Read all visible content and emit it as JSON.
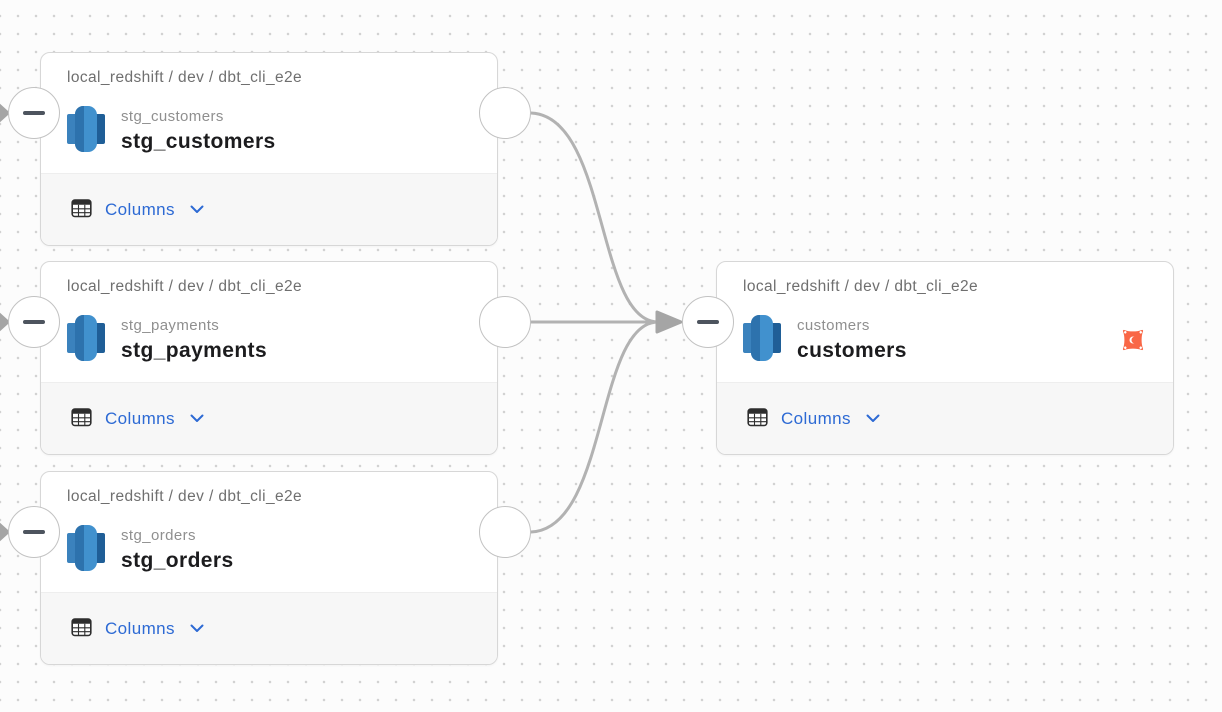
{
  "view": {
    "name": "lineage-graph-canvas"
  },
  "nodes": [
    {
      "breadcrumb": "local_redshift / dev / dbt_cli_e2e",
      "subtitle": "stg_customers",
      "title": "stg_customers",
      "columns_label": "Columns",
      "source_icon": "redshift-icon"
    },
    {
      "breadcrumb": "local_redshift / dev / dbt_cli_e2e",
      "subtitle": "stg_payments",
      "title": "stg_payments",
      "columns_label": "Columns",
      "source_icon": "redshift-icon"
    },
    {
      "breadcrumb": "local_redshift / dev / dbt_cli_e2e",
      "subtitle": "stg_orders",
      "title": "stg_orders",
      "columns_label": "Columns",
      "source_icon": "redshift-icon"
    },
    {
      "breadcrumb": "local_redshift / dev / dbt_cli_e2e",
      "subtitle": "customers",
      "title": "customers",
      "columns_label": "Columns",
      "source_icon": "redshift-icon",
      "badge_icon": "dbt-icon"
    }
  ],
  "edges": [
    {
      "from": "stg_customers",
      "to": "customers"
    },
    {
      "from": "stg_payments",
      "to": "customers"
    },
    {
      "from": "stg_orders",
      "to": "customers"
    }
  ],
  "colors": {
    "link_blue": "#2d6ad4",
    "edge_gray": "#b2b2b2",
    "arrow_gray": "#a5a5a5",
    "dbt_orange": "#f96746",
    "redshift_blue": "#4191ce",
    "title_text": "#1c1c1e",
    "muted_text": "#6f6f6f"
  }
}
